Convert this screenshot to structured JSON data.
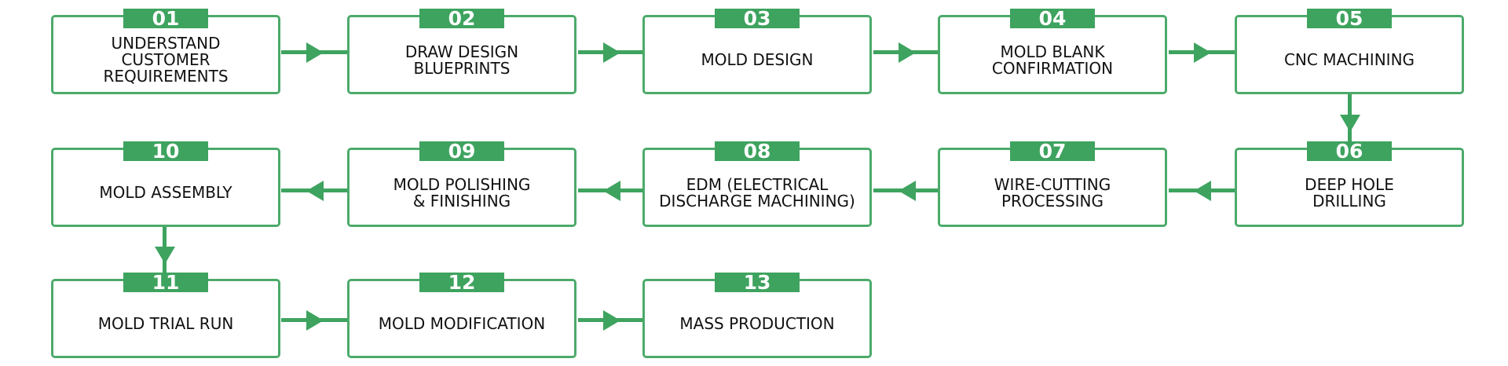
{
  "theme": {
    "accent": "#3ea35f",
    "border": "#4caa6a",
    "label_text": "#111111",
    "number_text": "#ffffff"
  },
  "steps": [
    {
      "number": "01",
      "label": "UNDERSTAND\nCUSTOMER\nREQUIREMENTS"
    },
    {
      "number": "02",
      "label": "DRAW DESIGN\nBLUEPRINTS"
    },
    {
      "number": "03",
      "label": "MOLD DESIGN"
    },
    {
      "number": "04",
      "label": "MOLD BLANK\nCONFIRMATION"
    },
    {
      "number": "05",
      "label": "CNC MACHINING"
    },
    {
      "number": "06",
      "label": "DEEP HOLE\nDRILLING"
    },
    {
      "number": "07",
      "label": "WIRE-CUTTING\nPROCESSING"
    },
    {
      "number": "08",
      "label": "EDM (ELECTRICAL\nDISCHARGE MACHINING)"
    },
    {
      "number": "09",
      "label": "MOLD POLISHING\n& FINISHING"
    },
    {
      "number": "10",
      "label": "MOLD ASSEMBLY"
    },
    {
      "number": "11",
      "label": "MOLD TRIAL RUN"
    },
    {
      "number": "12",
      "label": "MOLD MODIFICATION"
    },
    {
      "number": "13",
      "label": "MASS PRODUCTION"
    }
  ],
  "flow": [
    {
      "from": "01",
      "to": "02",
      "direction": "right"
    },
    {
      "from": "02",
      "to": "03",
      "direction": "right"
    },
    {
      "from": "03",
      "to": "04",
      "direction": "right"
    },
    {
      "from": "04",
      "to": "05",
      "direction": "right"
    },
    {
      "from": "05",
      "to": "06",
      "direction": "down"
    },
    {
      "from": "06",
      "to": "07",
      "direction": "left"
    },
    {
      "from": "07",
      "to": "08",
      "direction": "left"
    },
    {
      "from": "08",
      "to": "09",
      "direction": "left"
    },
    {
      "from": "09",
      "to": "10",
      "direction": "left"
    },
    {
      "from": "10",
      "to": "11",
      "direction": "down"
    },
    {
      "from": "11",
      "to": "12",
      "direction": "right"
    },
    {
      "from": "12",
      "to": "13",
      "direction": "right"
    }
  ]
}
